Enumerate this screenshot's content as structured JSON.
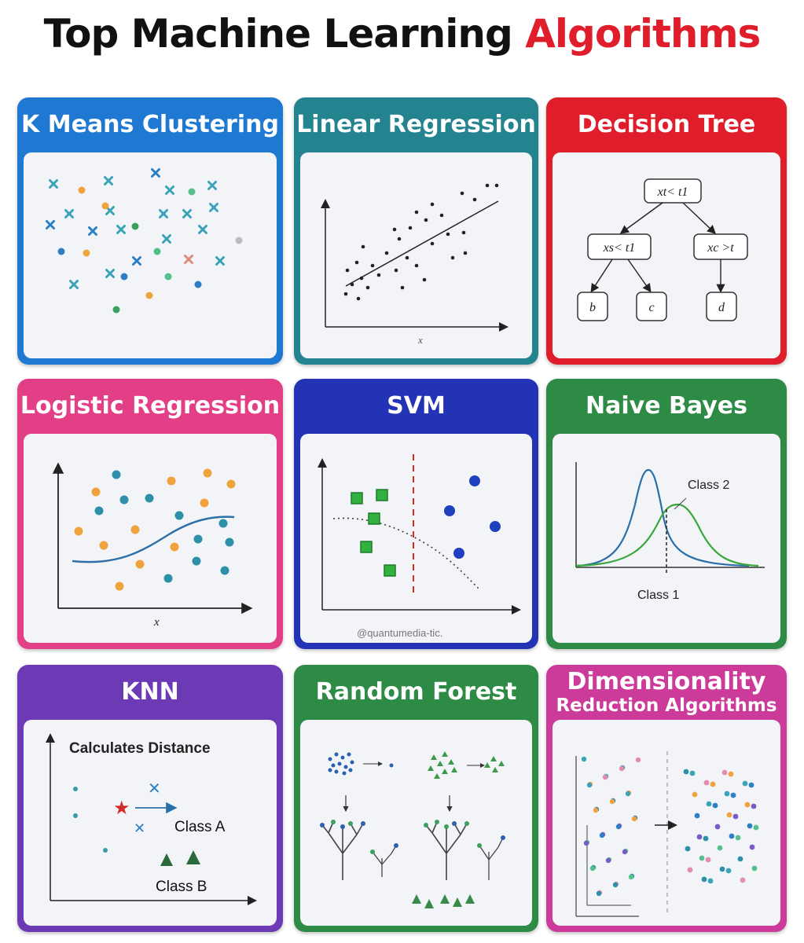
{
  "header": {
    "title_main": "Top Machine Learning",
    "title_accent": "Algorithms",
    "accent_color": "#e01e2b"
  },
  "cards": {
    "kmeans": {
      "title": "K Means Clustering",
      "color": "#1f78d1"
    },
    "linear": {
      "title": "Linear Regression",
      "color": "#23848f"
    },
    "tree": {
      "title": "Decision Tree",
      "color": "#e01e2b",
      "root": "xt< t1",
      "left": "xs< t1",
      "right": "xc >t",
      "leaf_b": "b",
      "leaf_c": "c",
      "leaf_d": "d"
    },
    "logistic": {
      "title": "Logistic Regression",
      "color": "#e33f86",
      "xlabel": "x"
    },
    "svm": {
      "title": "SVM",
      "color": "#2233b5",
      "watermark": "@quantumedia-tic."
    },
    "bayes": {
      "title": "Naive Bayes",
      "color": "#2e8b46",
      "class1": "Class 1",
      "class2": "Class 2"
    },
    "knn": {
      "title": "KNN",
      "color": "#6c3ab5",
      "caption": "Calculates Distance",
      "class_a": "Class A",
      "class_b": "Class B"
    },
    "forest": {
      "title": "Random Forest",
      "color": "#2e8b46"
    },
    "dimred": {
      "title_line1": "Dimensionality",
      "title_line2": "Reduction Algorithms",
      "color": "#cc3a9a"
    },
    "linear_xlabel": "x"
  }
}
